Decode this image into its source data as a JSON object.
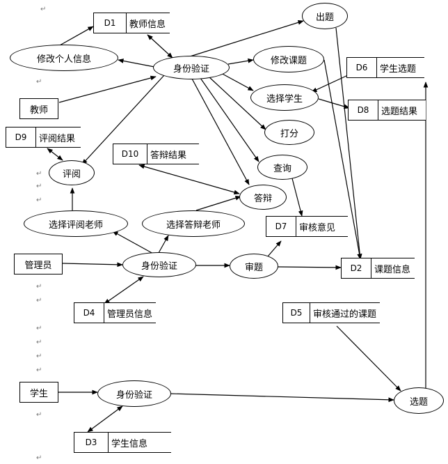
{
  "processes": {
    "modify_info": "修改个人信息",
    "auth_teacher": "身份验证",
    "set_question": "出题",
    "modify_topic": "修改课题",
    "select_student": "选择学生",
    "grade": "打分",
    "query": "查询",
    "defense": "答辩",
    "review": "评阅",
    "choose_reviewer": "选择评阅老师",
    "choose_defense_teacher": "选择答辩老师",
    "auth_admin": "身份验证",
    "audit": "审题",
    "auth_student": "身份验证",
    "choose_topic": "选题"
  },
  "entities": {
    "teacher": "教师",
    "admin": "管理员",
    "student": "学生"
  },
  "stores": {
    "d1": {
      "id": "D1",
      "name": "教师信息"
    },
    "d2": {
      "id": "D2",
      "name": "课题信息"
    },
    "d3": {
      "id": "D3",
      "name": "学生信息"
    },
    "d4": {
      "id": "D4",
      "name": "管理员信息"
    },
    "d5": {
      "id": "D5",
      "name": "审核通过的课题"
    },
    "d6": {
      "id": "D6",
      "name": "学生选题"
    },
    "d7": {
      "id": "D7",
      "name": "审核意见"
    },
    "d8": {
      "id": "D8",
      "name": "选题结果"
    },
    "d9": {
      "id": "D9",
      "name": "评阅结果"
    },
    "d10": {
      "id": "D10",
      "name": "答辩结果"
    }
  }
}
